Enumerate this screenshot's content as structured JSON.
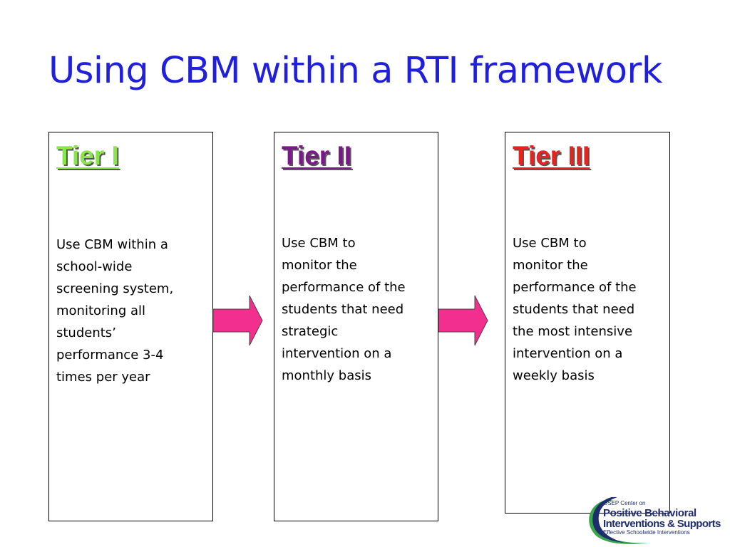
{
  "slide": {
    "title": "Using CBM within a RTI framework"
  },
  "colors": {
    "title": "#1f1fdc",
    "tier1": "#88e64a",
    "tier2": "#7a1a8a",
    "tier3": "#e8231f",
    "arrow_fill": "#f22f8f",
    "logo_green": "#3aa64a",
    "logo_navy": "#1e2d6e"
  },
  "tiers": [
    {
      "label": "Tier I",
      "lines": [
        "Use CBM within a",
        "school-wide",
        "screening system,",
        "monitoring all",
        "students’",
        "performance 3-4",
        "times per year"
      ]
    },
    {
      "label": "Tier II",
      "lines": [
        "Use CBM to",
        "monitor the",
        "performance of the",
        "students that need",
        "strategic",
        "intervention on a",
        "monthly basis"
      ]
    },
    {
      "label": "Tier III",
      "lines": [
        "Use CBM to",
        "monitor the",
        "performance of the",
        "students that need",
        "the most intensive",
        "intervention on a",
        "weekly basis"
      ]
    }
  ],
  "logo": {
    "line1": "OSEP Center on",
    "line2": "Positive Behavioral",
    "line3": "Interventions & Supports",
    "line4": "Effective Schoolwide Interventions"
  }
}
